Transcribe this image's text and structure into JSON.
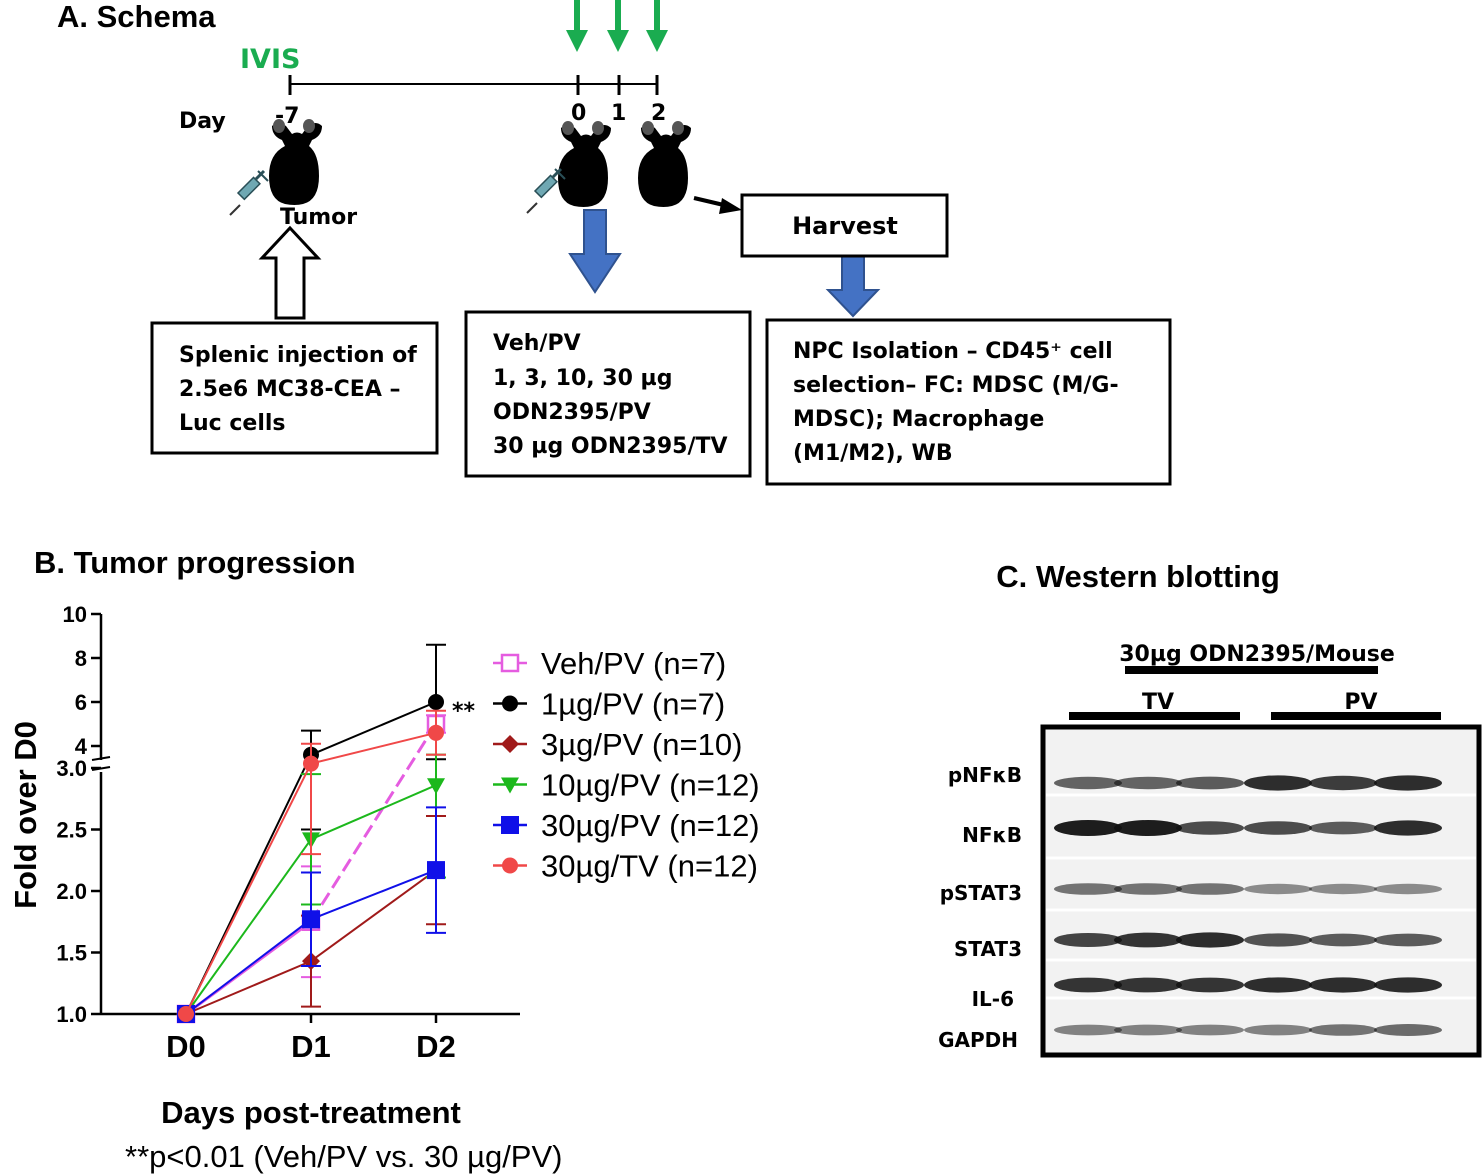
{
  "panel_a": {
    "title": "A. Schema",
    "ivis": "IVIS",
    "day_label": "Day",
    "days": [
      "-7",
      "0",
      "1",
      "2"
    ],
    "tumor": "Tumor",
    "harvest": "Harvest",
    "box1": [
      "Splenic injection of",
      "2.5e6 MC38-CEA –",
      "Luc cells"
    ],
    "box2": [
      "Veh/PV",
      "1, 3, 10, 30 µg",
      "ODN2395/PV",
      "30 µg ODN2395/TV"
    ],
    "box3": [
      "NPC Isolation – CD45⁺ cell",
      "selection– FC: MDSC (M/G-",
      "MDSC); Macrophage",
      "(M1/M2), WB"
    ],
    "colors": {
      "ivis_green": "#1aac50",
      "arrow_blue": "#4472c4"
    }
  },
  "panel_b": {
    "title": "B. Tumor progression",
    "significance_mark": "**",
    "footnote": "**p<0.01 (Veh/PV vs. 30 µg/PV)"
  },
  "chart_data": {
    "type": "line",
    "ylabel": "Fold over D0",
    "xlabel": "Days post-treatment",
    "categories": [
      "D0",
      "D1",
      "D2"
    ],
    "y_axis_broken": true,
    "y_lower_range": [
      1.0,
      3.0
    ],
    "y_lower_ticks": [
      "1.0",
      "1.5",
      "2.0",
      "2.5",
      "3.0"
    ],
    "y_upper_range": [
      3.0,
      10
    ],
    "y_upper_ticks": [
      "4",
      "6",
      "8",
      "10"
    ],
    "legend_position": "right",
    "series": [
      {
        "name": "Veh/PV (n=7)",
        "color": "#e55ce0",
        "marker": "square-open",
        "dashed_last": true,
        "values": [
          1.0,
          1.75,
          5.0
        ],
        "err": [
          0,
          0.45,
          0.4
        ]
      },
      {
        "name": "1µg/PV  (n=7)",
        "color": "#000000",
        "marker": "circle",
        "values": [
          1.0,
          3.6,
          6.0
        ],
        "err": [
          0,
          1.1,
          2.6
        ]
      },
      {
        "name": "3µg/PV  (n=10)",
        "color": "#a01a1a",
        "marker": "diamond",
        "values": [
          1.0,
          1.43,
          2.17
        ],
        "err": [
          0,
          0.37,
          0.44
        ]
      },
      {
        "name": "10µg/PV (n=12)",
        "color": "#1cb81c",
        "marker": "triangle-down",
        "values": [
          1.0,
          2.42,
          2.86
        ],
        "err": [
          0,
          0.53,
          0.75
        ]
      },
      {
        "name": "30µg/PV (n=12)",
        "color": "#1010e8",
        "marker": "square",
        "values": [
          1.0,
          1.77,
          2.17
        ],
        "err": [
          0,
          0.38,
          0.51
        ]
      },
      {
        "name": "30µg/TV (n=12)",
        "color": "#f04848",
        "marker": "circle",
        "values": [
          1.0,
          3.2,
          4.6
        ],
        "err": [
          0,
          0.9,
          1.0
        ]
      }
    ]
  },
  "panel_c": {
    "title": "C. Western blotting",
    "treatment": "30µg ODN2395/Mouse",
    "groups": [
      "TV",
      "PV"
    ],
    "rows": [
      "pNFκB",
      "NFκB",
      "pSTAT3",
      "STAT3",
      "IL-6",
      "GAPDH"
    ]
  }
}
